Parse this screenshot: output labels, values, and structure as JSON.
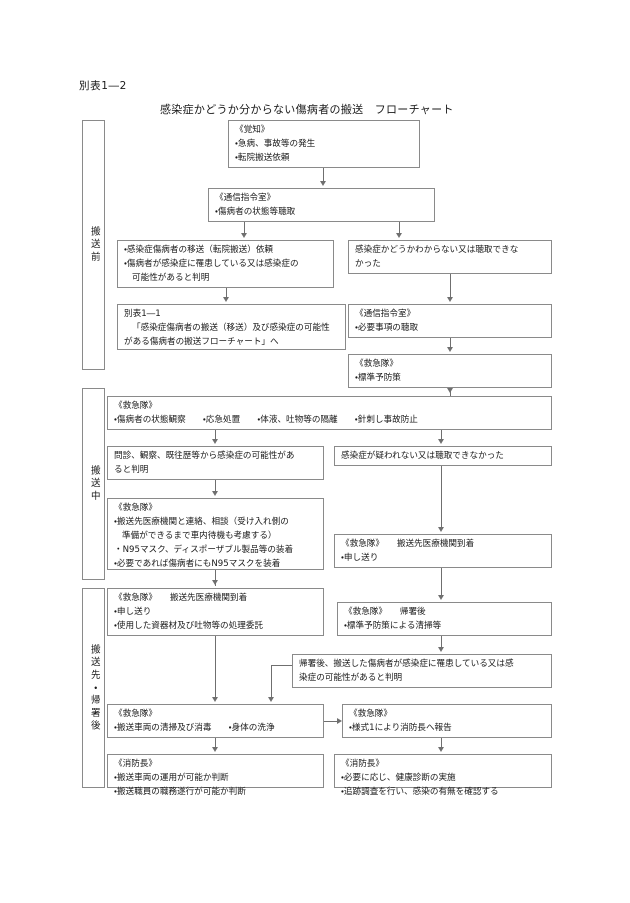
{
  "document": {
    "number": "別表1―2",
    "title": "感染症かどうか分からない傷病者の搬送　フローチャート"
  },
  "phases": [
    {
      "id": "before",
      "label": "搬送前"
    },
    {
      "id": "during",
      "label": "搬送中"
    },
    {
      "id": "after",
      "label": "搬送先・帰署後"
    }
  ],
  "nodes": {
    "awareness": {
      "header": "《覚知》",
      "lines": [
        "・急病、事故等の発生",
        "・転院搬送依頼"
      ]
    },
    "dispatch_room": {
      "header": "《通信指令室》",
      "lines": [
        "・傷病者の状態等聴取"
      ]
    },
    "branch_known": {
      "lines": [
        "・感染症傷病者の移送（転院搬送）依頼",
        "・傷病者が感染症に罹患している又は感染症の",
        "可能性があると判明"
      ]
    },
    "branch_unknown": {
      "lines": [
        "感染症かどうかわからない又は聴取できな",
        "かった"
      ]
    },
    "goto_table11": {
      "lines": [
        "別表1―1",
        "「感染症傷病者の搬送（移送）及び感染症の可能性",
        "がある傷病者の搬送フローチャート」へ"
      ]
    },
    "dispatch_room2": {
      "header": "《通信指令室》",
      "lines": [
        "・必要事項の聴取"
      ]
    },
    "team_standard": {
      "header": "《救急隊》",
      "lines": [
        "・標準予防策"
      ]
    },
    "team_observe": {
      "header": "《救急隊》",
      "lines": [
        "・傷病者の状態観察　　・応急処置　　・体液、吐物等の隔離　　・針刺し事故防止"
      ]
    },
    "suspect_yes": {
      "lines": [
        "問診、観察、既往歴等から感染症の可能性があ",
        "ると判明"
      ]
    },
    "suspect_no": {
      "lines": [
        "感染症が疑われない又は聴取できなかった"
      ]
    },
    "team_contact": {
      "header": "《救急隊》",
      "lines": [
        "・搬送先医療機関と連絡、相談（受け入れ側の",
        "準備ができるまで車内待機も考慮する）",
        "・N95マスク、ディスポーザブル製品等の装着",
        "・必要であれば傷病者にもN95マスクを装着"
      ]
    },
    "arrive_right": {
      "header": "《救急隊》　　搬送先医療機関到着",
      "lines": [
        "・申し送り"
      ]
    },
    "arrive_left": {
      "header": "《救急隊》　　搬送先医療機関到着",
      "lines": [
        "・申し送り",
        "・使用した資器材及び吐物等の処理委託"
      ]
    },
    "after_return": {
      "header": "《救急隊》　　帰署後",
      "lines": [
        "・標準予防策による清掃等"
      ]
    },
    "found_after": {
      "lines": [
        "帰署後、搬送した傷病者が感染症に罹患している又は感",
        "染症の可能性があると判明"
      ]
    },
    "team_clean": {
      "header": "《救急隊》",
      "lines": [
        "・搬送車両の清掃及び消毒　　・身体の洗浄"
      ]
    },
    "team_report": {
      "header": "《救急隊》",
      "lines": [
        "・様式1により消防長へ報告"
      ]
    },
    "chief_vehicle": {
      "header": "《消防長》",
      "lines": [
        "・搬送車両の運用が可能か判断",
        "・搬送職員の職務遂行が可能か判断"
      ]
    },
    "chief_health": {
      "header": "《消防長》",
      "lines": [
        "・必要に応じ、健康診断の実施",
        "・追跡調査を行い、感染の有無を確認する"
      ]
    }
  }
}
